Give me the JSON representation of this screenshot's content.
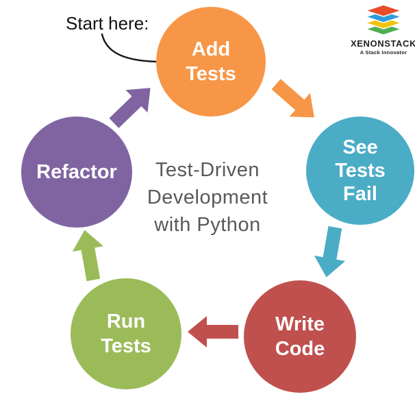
{
  "diagram": {
    "title": "Test-Driven Development with Python",
    "title_color": "#595959",
    "start_label": "Start here:",
    "annotation_color": "#1a1a1a",
    "label_text_color": "#ffffff",
    "steps": [
      {
        "name": "Add Tests",
        "lines": [
          "Add",
          "Tests"
        ],
        "color": "#F79646"
      },
      {
        "name": "See Tests Fail",
        "lines": [
          "See",
          "Tests",
          "Fail"
        ],
        "color": "#4BACC6"
      },
      {
        "name": "Write Code",
        "lines": [
          "Write",
          "Code"
        ],
        "color": "#C0504D"
      },
      {
        "name": "Run Tests",
        "lines": [
          "Run",
          "Tests"
        ],
        "color": "#9BBB59"
      },
      {
        "name": "Refactor",
        "lines": [
          "Refactor"
        ],
        "color": "#8064A2"
      }
    ]
  },
  "logo": {
    "brand": "XENONSTACK",
    "tagline": "A Stack Innovator",
    "layer_colors": [
      "#E84C2B",
      "#2D9CDB",
      "#F2C20D",
      "#4FAE51"
    ]
  }
}
